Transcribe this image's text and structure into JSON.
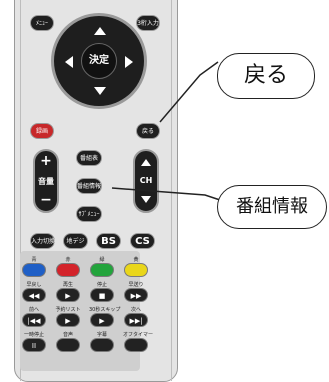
{
  "remote": {
    "menu_label": "ﾒﾆｭｰ",
    "input_label": "3桁入力",
    "ok_label": "決定",
    "record_label": "録画",
    "back_label": "戻る",
    "epg_label": "番組表",
    "info_label": "番組情報",
    "submenu_label": "ｻﾌﾞﾒﾆｭｰ",
    "volume_label": "音量",
    "volume_plus": "+",
    "volume_minus": "−",
    "channel_label": "CH",
    "input_switch_label": "入力切換",
    "terrestrial_label": "地デジ",
    "bs_label": "BS",
    "cs_label": "CS",
    "color_labels": [
      "青",
      "赤",
      "緑",
      "黄"
    ],
    "colors": {
      "blue": "#1f5fc6",
      "red": "#d3232a",
      "green": "#23a43c",
      "yellow": "#e9d61a"
    },
    "transport_labels_row1": [
      "早戻し",
      "再生",
      "停止",
      "早送り"
    ],
    "transport_labels_row2": [
      "前へ",
      "予約リスト",
      "30秒スキップ",
      "次へ"
    ],
    "transport_labels_row3": [
      "一時停止",
      "音声",
      "字幕",
      "オフタイマー"
    ],
    "icons_row1": [
      "◀◀",
      "▶",
      "■",
      "▶▶"
    ],
    "icons_row2": [
      "|◀◀",
      "▶",
      "▶",
      "▶▶|"
    ],
    "icons_row3": [
      "II",
      "",
      "",
      ""
    ]
  },
  "callouts": {
    "back": "戻る",
    "program_info": "番組情報"
  }
}
